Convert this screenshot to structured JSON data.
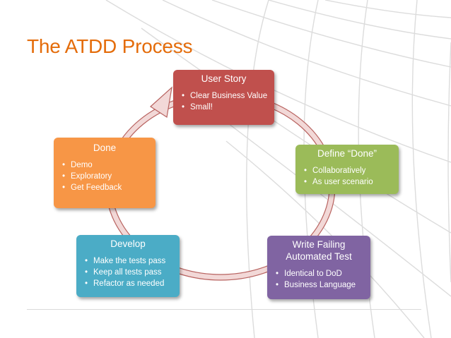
{
  "slide": {
    "title": "The ATDD Process"
  },
  "theme": {
    "title_color": "#e46c0a",
    "arrow_fill": "#f2d8d7",
    "arrow_stroke": "#b86360",
    "grid_color": "#dcdcdc"
  },
  "steps": {
    "user_story": {
      "title": "User Story",
      "color": "#c0504d",
      "bullets": [
        "Clear Business Value",
        "Small!"
      ]
    },
    "define_done": {
      "title": "Define “Done”",
      "color": "#9bbb59",
      "bullets": [
        "Collaboratively",
        "As user scenario"
      ]
    },
    "write_failing": {
      "title_line1": "Write Failing",
      "title_line2": "Automated Test",
      "color": "#8064a2",
      "bullets": [
        "Identical to DoD",
        "Business Language"
      ]
    },
    "develop": {
      "title": "Develop",
      "color": "#4bacc6",
      "bullets": [
        "Make the tests pass",
        "Keep all tests pass",
        "Refactor as needed"
      ]
    },
    "done": {
      "title": "Done",
      "color": "#f79646",
      "bullets": [
        "Demo",
        "Exploratory",
        "Get Feedback"
      ]
    }
  }
}
